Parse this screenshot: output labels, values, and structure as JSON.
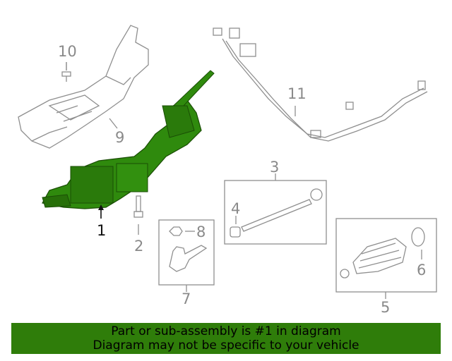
{
  "callouts": {
    "c1": "1",
    "c2": "2",
    "c3": "3",
    "c4": "4",
    "c5": "5",
    "c6": "6",
    "c7": "7",
    "c8": "8",
    "c9": "9",
    "c10": "10",
    "c11": "11"
  },
  "banner": {
    "line1": "Part or sub-assembly is #1 in diagram",
    "line2": "Diagram may not be specific to your vehicle"
  },
  "colors": {
    "highlight_part": "#2f8a0d",
    "outline": "#8f8f8f",
    "banner_bg": "#2f7d0a"
  }
}
